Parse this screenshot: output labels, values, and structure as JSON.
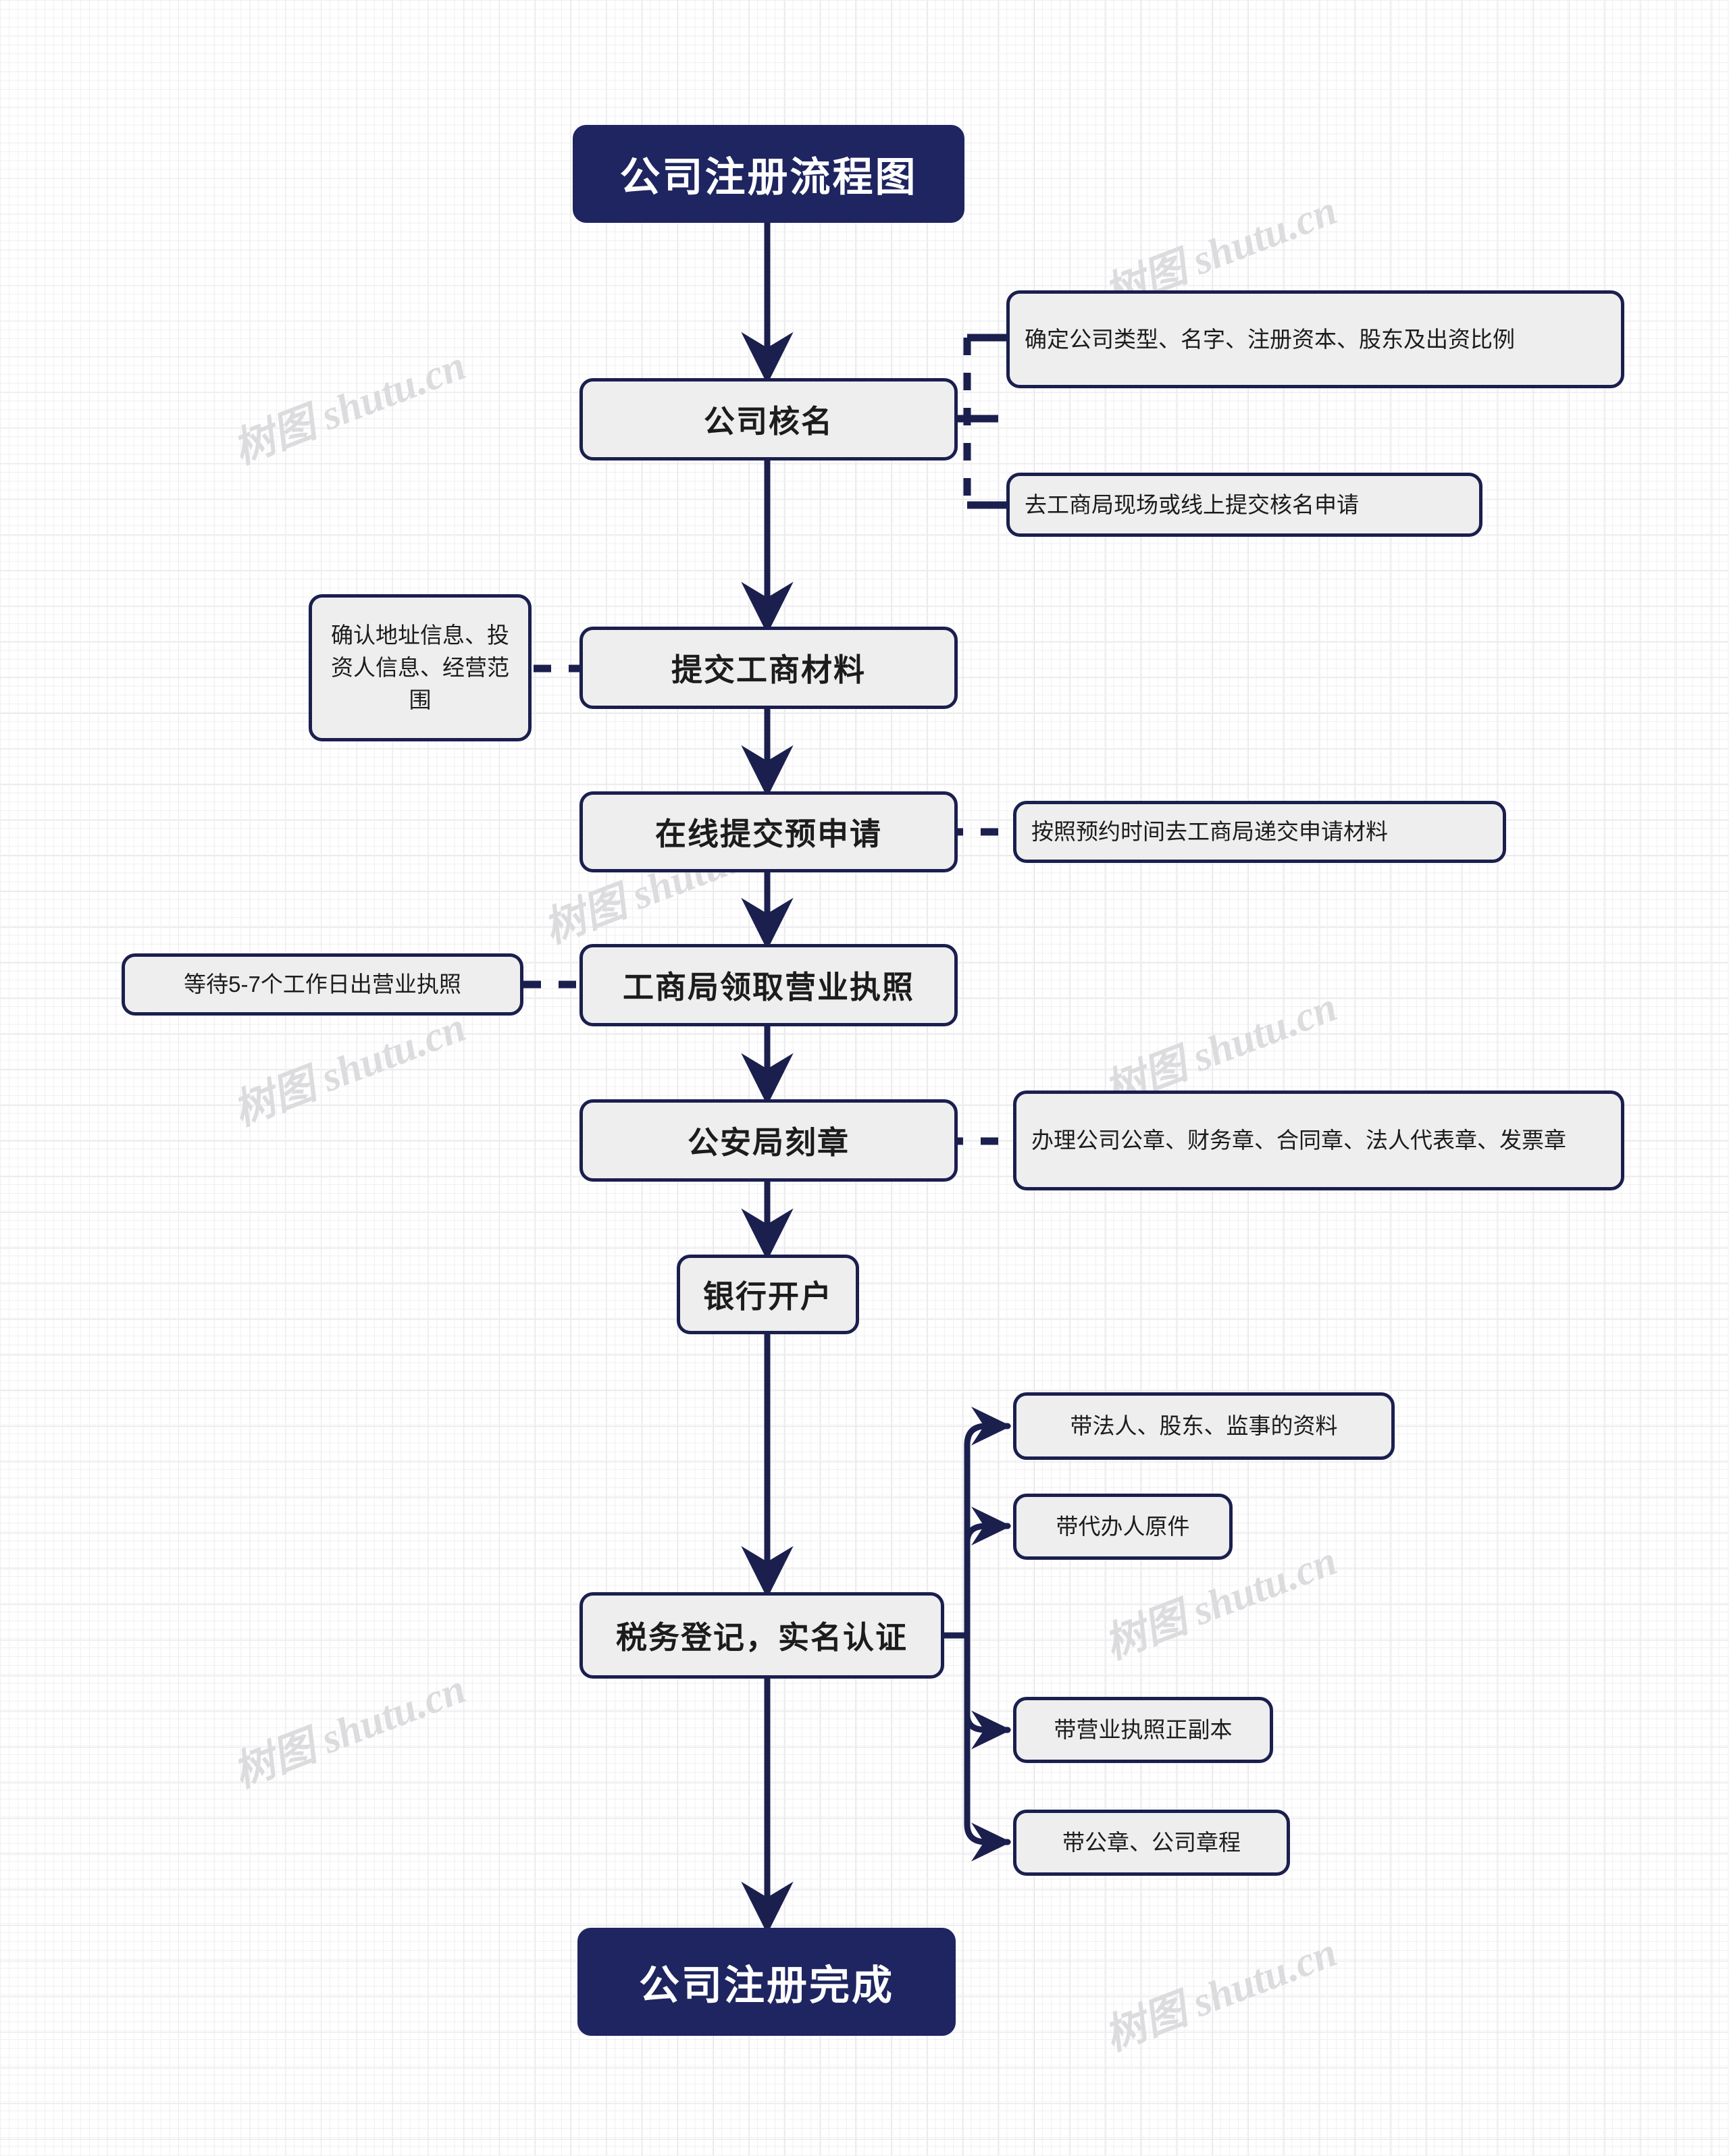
{
  "diagram": {
    "title": "公司注册流程图",
    "end": "公司注册完成",
    "watermark": "树图 shutu.cn",
    "colors": {
      "accent": "#1e2560",
      "border": "#1b1f4e",
      "node_fill": "#eeeeee",
      "page_bg": "#ffffff",
      "grid_minor": "#f0f0f2",
      "grid_major": "#e2e2e6",
      "watermark": "#dcdcdf",
      "title_text": "#ffffff",
      "node_text": "#1c1c1c"
    }
  },
  "steps": [
    {
      "id": "step-1",
      "label": "公司核名"
    },
    {
      "id": "step-2",
      "label": "提交工商材料"
    },
    {
      "id": "step-3",
      "label": "在线提交预申请"
    },
    {
      "id": "step-4",
      "label": "工商局领取营业执照"
    },
    {
      "id": "step-5",
      "label": "公安局刻章"
    },
    {
      "id": "step-6",
      "label": "银行开户"
    },
    {
      "id": "step-7",
      "label": "税务登记，实名认证"
    }
  ],
  "notes": {
    "company_name_1": "确定公司类型、名字、注册资本、股东及出资比例",
    "company_name_2": "去工商局现场或线上提交核名申请",
    "submit_materials": "确认地址信息、投资人信息、经营范围",
    "pre_application": "按照预约时间去工商局递交申请材料",
    "license": "等待5-7个工作日出营业执照",
    "seals": "办理公司公章、财务章、合同章、法人代表章、发票章"
  },
  "tax_branches": [
    {
      "id": "branch-1",
      "label": "带法人、股东、监事的资料"
    },
    {
      "id": "branch-2",
      "label": "带代办人原件"
    },
    {
      "id": "branch-3",
      "label": "带营业执照正副本"
    },
    {
      "id": "branch-4",
      "label": "带公章、公司章程"
    }
  ]
}
